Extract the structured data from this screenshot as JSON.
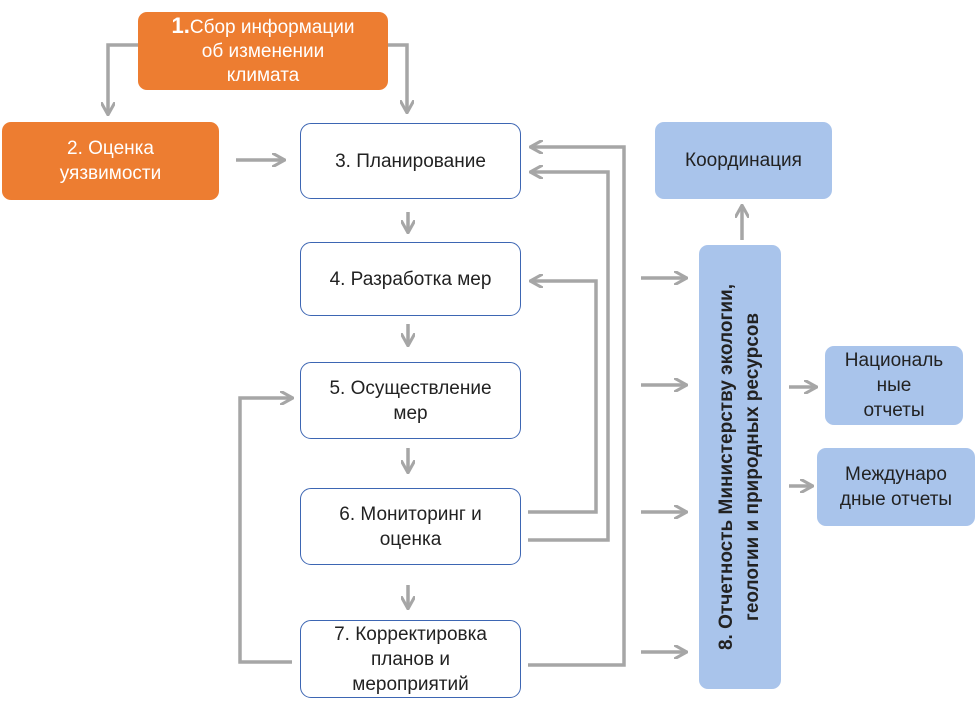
{
  "boxes": {
    "collect": {
      "num": "1.",
      "text": "Сбор информации\nоб изменении\nклимата"
    },
    "vulnerability": {
      "text": "2. Оценка\nуязвимости"
    },
    "planning": {
      "text": "3. Планирование"
    },
    "measures": {
      "text": "4. Разработка мер"
    },
    "implementation": {
      "text": "5. Осуществление\nмер"
    },
    "monitoring": {
      "text": "6. Мониторинг и\nоценка"
    },
    "correction": {
      "text": "7. Корректировка\nпланов и\nмероприятий"
    },
    "coordination": {
      "text": "Координация"
    },
    "reporting": {
      "text": "8. Отчетность Министерству экологии,\nгеологии и природных ресурсов"
    },
    "national": {
      "text": "Националь\nные\nотчеты"
    },
    "international": {
      "text": "Междунаро\nдные отчеты"
    }
  },
  "colors": {
    "orange": "#ed7d31",
    "blue": "#a9c4eb",
    "border": "#3d66b3",
    "arrow": "#a6a6a6"
  }
}
